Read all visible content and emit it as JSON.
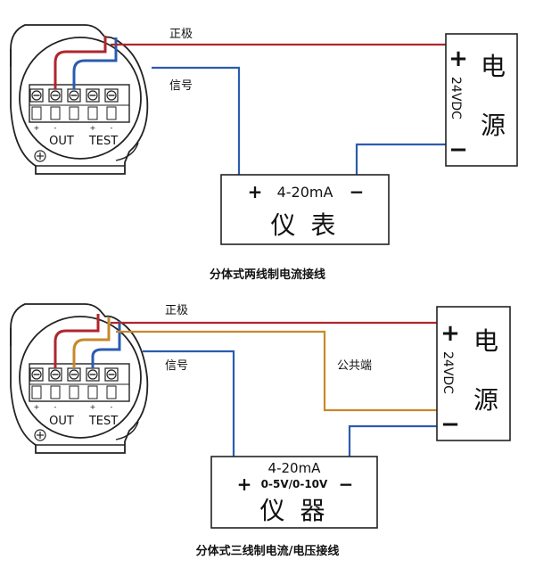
{
  "diagram1": {
    "caption": "分体式两线制电流接线",
    "wire_positive_label": "正极",
    "wire_signal_label": "信号",
    "terminal_out": "OUT",
    "terminal_test": "TEST",
    "terminal_marks": [
      "+",
      "-",
      "+",
      "-"
    ],
    "power": {
      "plus": "+",
      "minus": "−",
      "voltage": "24VDC",
      "char1": "电",
      "char2": "源"
    },
    "meter": {
      "plus": "+",
      "range": "4-20mA",
      "minus": "−",
      "name": "仪 表"
    }
  },
  "diagram2": {
    "caption": "分体式三线制电流/电压接线",
    "wire_positive_label": "正极",
    "wire_signal_label": "信号",
    "wire_common_label": "公共端",
    "terminal_out": "OUT",
    "terminal_test": "TEST",
    "terminal_marks": [
      "+",
      "-",
      "+",
      "-"
    ],
    "power": {
      "plus": "+",
      "minus": "−",
      "voltage": "24VDC",
      "char1": "电",
      "char2": "源"
    },
    "meter": {
      "range": "4-20mA",
      "plus": "+",
      "voltage_range": "0-5V/0-10V",
      "minus": "−",
      "name": "仪 器"
    }
  },
  "colors": {
    "positive_wire": "#b0262e",
    "signal_wire": "#2a5cb0",
    "common_wire": "#c8882a"
  }
}
